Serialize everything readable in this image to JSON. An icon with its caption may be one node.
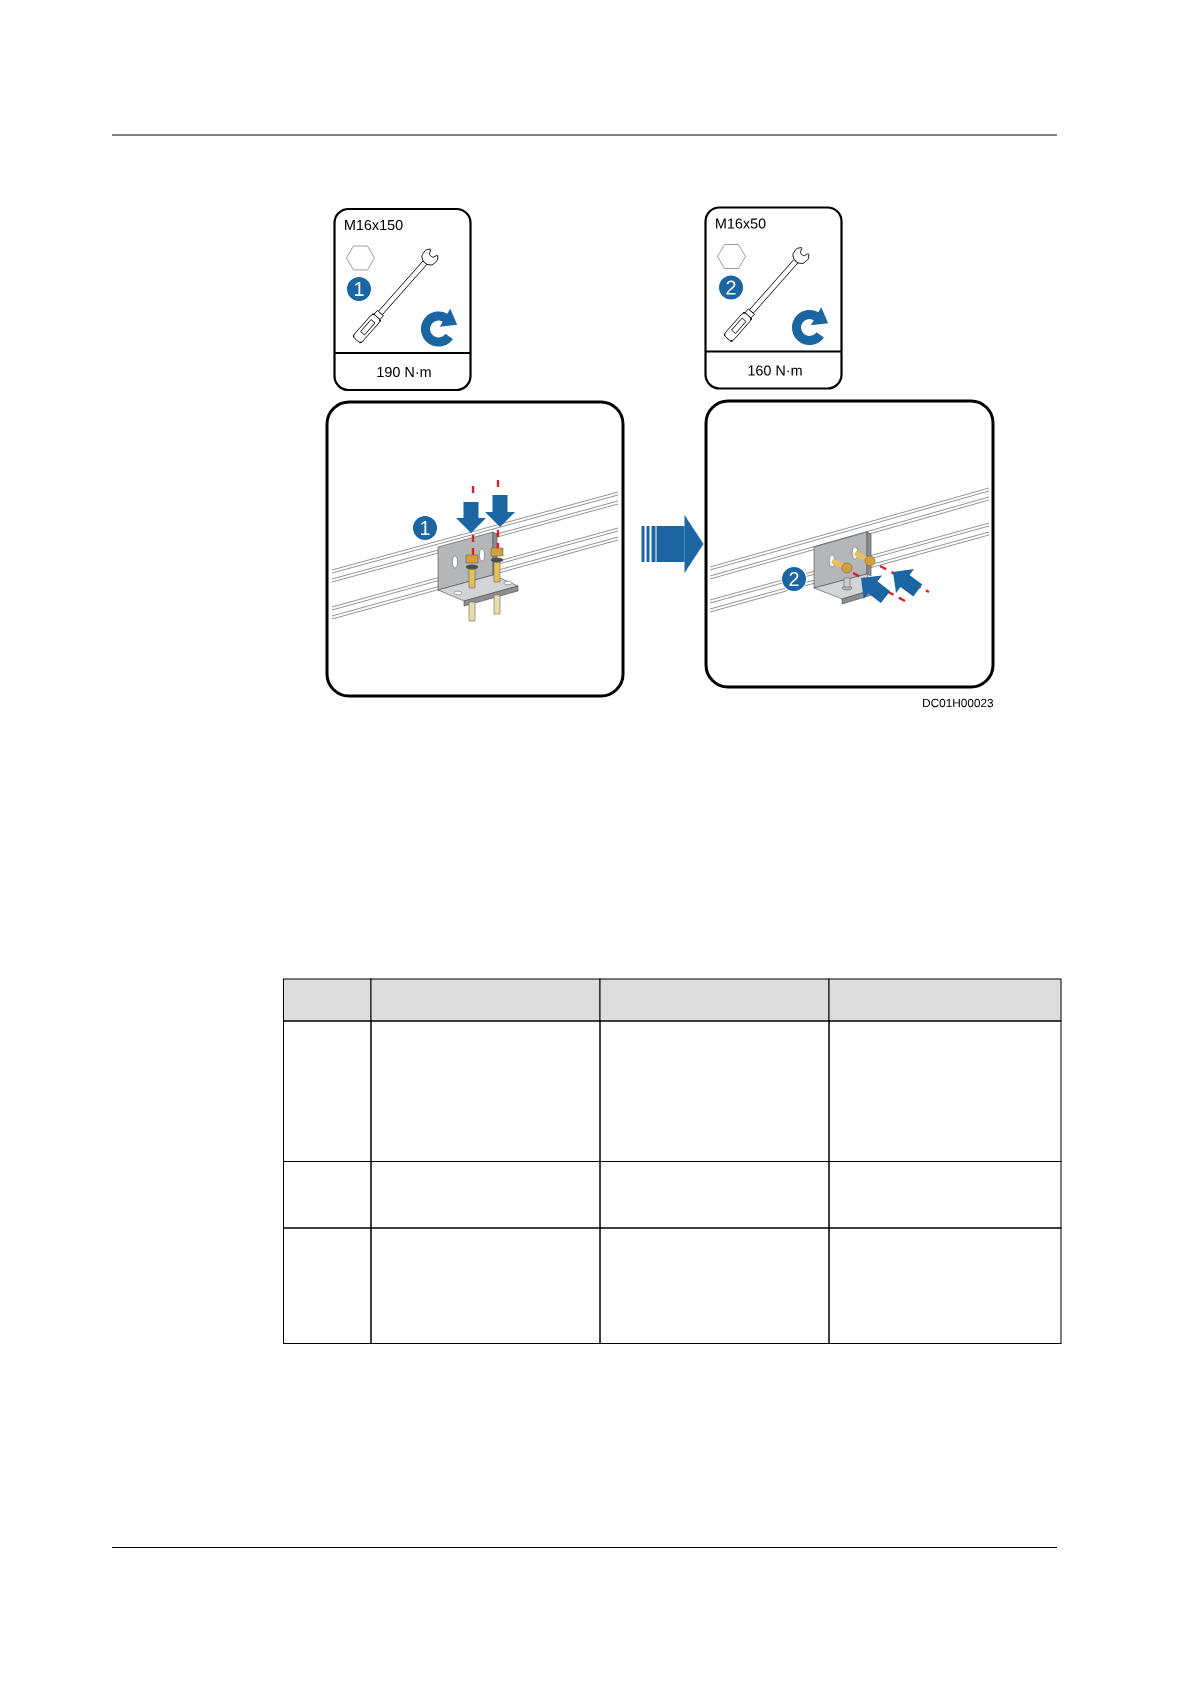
{
  "diagram": {
    "nodes": [
      {
        "text": [
          "M16x150",
          "190 N·m"
        ]
      },
      {
        "text": [
          "1"
        ],
        "in": 0
      },
      {
        "text": [
          "M16x50",
          "160 N·m"
        ]
      },
      {
        "text": [
          "2"
        ],
        "in": 2
      },
      {
        "text": [],
        "shape": "box"
      },
      {
        "text": [
          "1"
        ],
        "in": 4
      },
      {
        "text": [],
        "shape": "box"
      },
      {
        "text": [
          "2"
        ],
        "in": 6
      }
    ],
    "edges": [
      {
        "from": 4,
        "to": 6,
        "arrow": "to"
      }
    ],
    "labels": [
      "DC01H00023"
    ]
  }
}
